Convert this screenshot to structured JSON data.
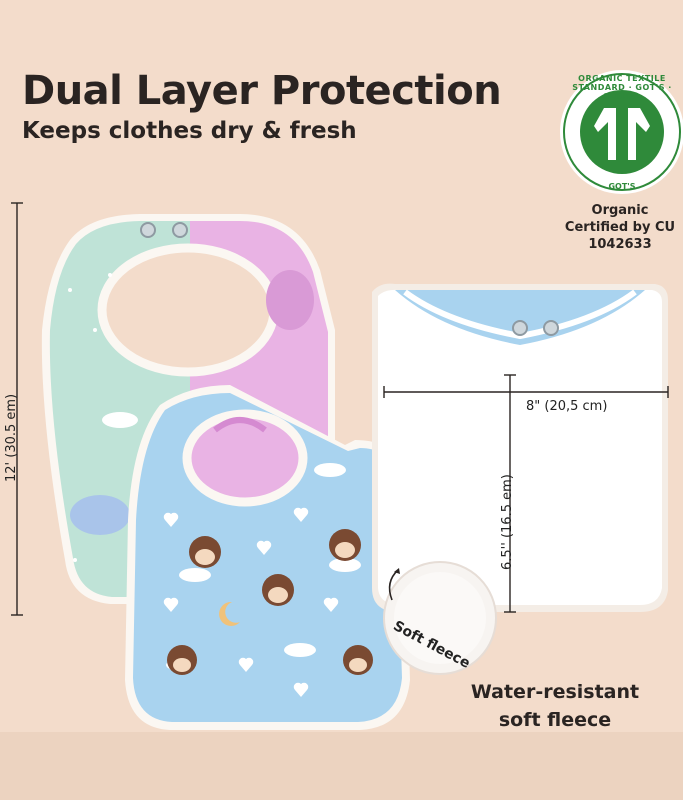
{
  "header": {
    "title": "Dual Layer Protection",
    "subtitle": "Keeps clothes dry & fresh"
  },
  "certification": {
    "seal_text": "ORGANIC TEXTILE STANDARD · GOT'S · GLOBAL",
    "seal_bottom": "GOT'S",
    "line1": "Organic",
    "line2": "Certified by CU",
    "line3": "1042633"
  },
  "dimensions": {
    "length": "12' (30.5 em)",
    "width": "8\" (20,5 cm)",
    "height": "6.5'' (16.5 em)"
  },
  "fleece": {
    "callout": "Soft fleece",
    "caption_line1": "Water-resistant",
    "caption_line2": "soft fleece"
  },
  "colors": {
    "background": "#f3dccb",
    "mint_bib": "#bfe3d7",
    "pink_bib": "#e9b3e4",
    "blue_bib": "#a9d3ef",
    "white_bib": "#ffffff",
    "piping": "#fbf7f2",
    "seal_green": "#2f8a3a",
    "text": "#2a2422"
  },
  "icons": {
    "seal": "gots-shirt-logo",
    "callout_arrow": "curved-arrow-icon"
  }
}
